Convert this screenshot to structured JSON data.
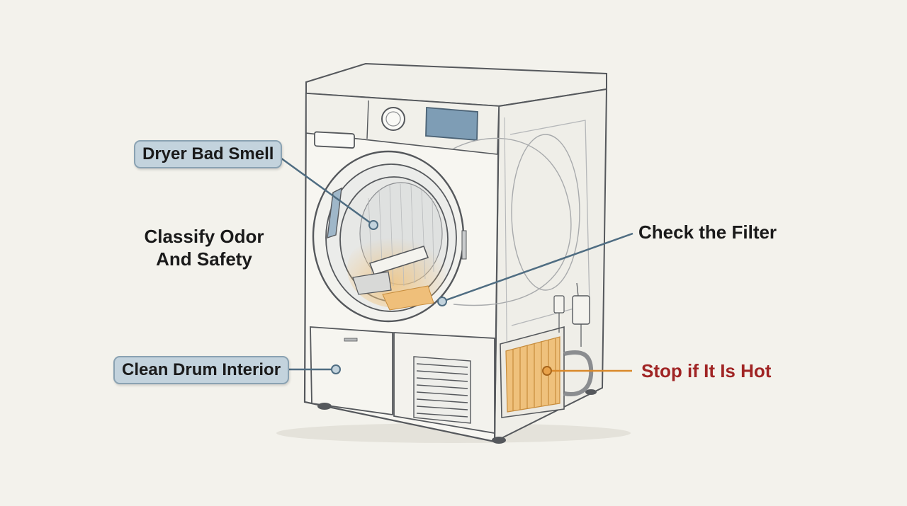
{
  "labels": {
    "dryer_bad_smell": "Dryer Bad Smell",
    "classify_line1": "Classify Odor",
    "classify_line2": "And Safety",
    "check_filter": "Check the Filter",
    "clean_drum": "Clean Drum Interior",
    "stop_if_hot": "Stop if It Is Hot"
  },
  "colors": {
    "background": "#f3f2ec",
    "pill_fill": "#c3d3dd",
    "pill_border": "#8aa2b2",
    "leader_line": "#4f6d82",
    "warning_text": "#a02424",
    "warning_line": "#d9892a",
    "accent_orange": "#e9a24a"
  }
}
